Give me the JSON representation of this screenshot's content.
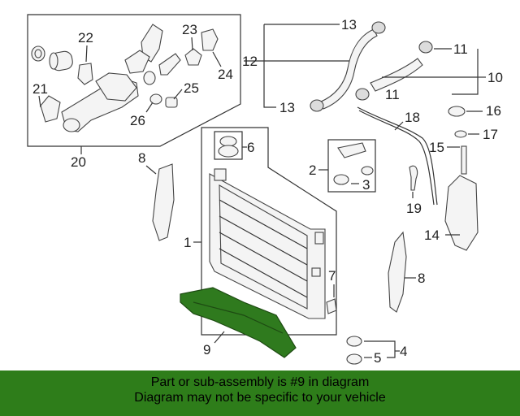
{
  "labels": {
    "c1": "1",
    "c2": "2",
    "c3": "3",
    "c4": "4",
    "c5": "5",
    "c6": "6",
    "c7": "7",
    "c8a": "8",
    "c8b": "8",
    "c9": "9",
    "c10": "10",
    "c11a": "11",
    "c11b": "11",
    "c12": "12",
    "c13a": "13",
    "c13b": "13",
    "c14": "14",
    "c15": "15",
    "c16": "16",
    "c17": "17",
    "c18": "18",
    "c19": "19",
    "c20": "20",
    "c21": "21",
    "c22": "22",
    "c23": "23",
    "c24": "24",
    "c25": "25",
    "c26": "26"
  },
  "highlighted_part": "9",
  "highlight_color": "#2f7a1e",
  "banner": {
    "line1": "Part or sub-assembly is #9 in diagram",
    "line2": "Diagram may not be specific to your vehicle",
    "background": "#2e7d1a"
  }
}
